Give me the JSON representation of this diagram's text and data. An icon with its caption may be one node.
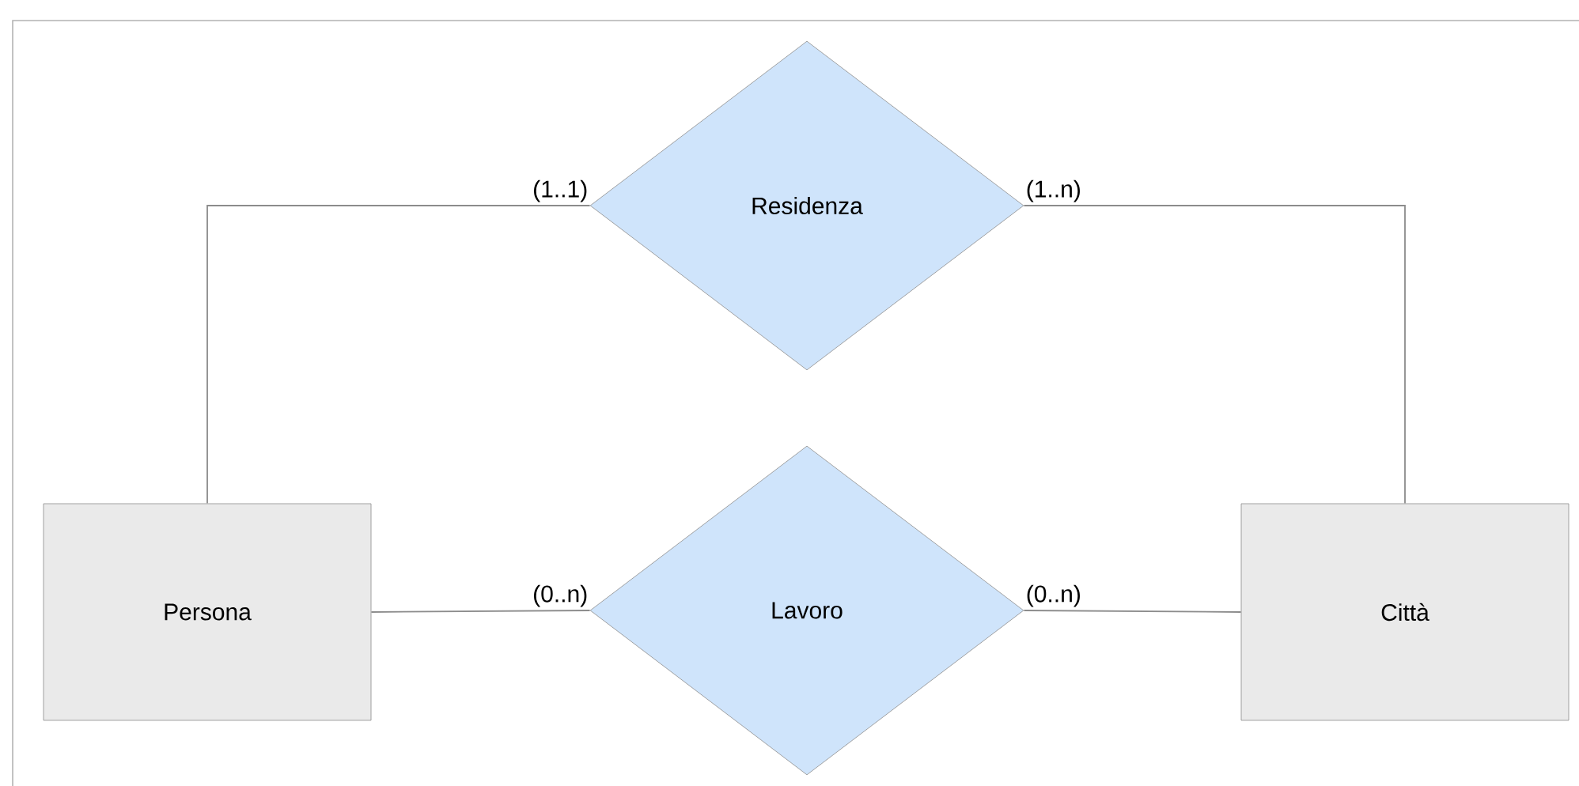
{
  "diagram": {
    "nodes": [
      {
        "text": [
          "Residenza"
        ]
      },
      {
        "text": [
          "Persona"
        ]
      },
      {
        "text": [
          "Lavoro"
        ]
      },
      {
        "text": [
          "Città"
        ]
      }
    ],
    "edges": [
      {
        "from": 1,
        "to": 0,
        "arrow": "none",
        "label": "(1..1)"
      },
      {
        "from": 0,
        "to": 3,
        "arrow": "none",
        "label": "(1..n)"
      },
      {
        "from": 1,
        "to": 2,
        "arrow": "none",
        "label": "(0..n)"
      },
      {
        "from": 2,
        "to": 3,
        "arrow": "none",
        "label": "(0..n)"
      }
    ]
  }
}
